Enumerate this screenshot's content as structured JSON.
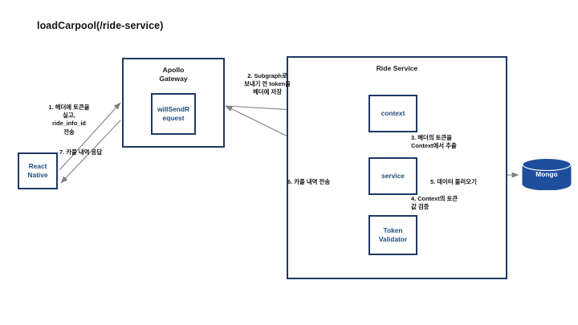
{
  "title": "loadCarpool(/ride-service)",
  "colors": {
    "box_border": "#1F3864",
    "box_text": "#1F4E79",
    "mongo_fill": "#1F4E9C",
    "mongo_text": "#FFFFFF",
    "arrow": "#808080",
    "title_text": "#131313"
  },
  "nodes": {
    "react_native": "React\nNative",
    "apollo_gateway": "Apollo\nGateway",
    "will_send_request": "willSendR\nequest",
    "ride_service": "Ride Service",
    "context": "context",
    "service": "service",
    "token_validator": "Token\nValidator",
    "mongo": "Mongo"
  },
  "edges": [
    {
      "id": 1,
      "label": "1. 헤더에 토큰을\n실고,\nride_info_id\n전송",
      "from": "react-native",
      "to": "apollo-gateway"
    },
    {
      "id": 2,
      "label": "2. Subgraph로\n보내기 전 token을\n헤더에 저장",
      "from": "apollo-gateway",
      "to": "context"
    },
    {
      "id": 3,
      "label": "3. 헤더의 토큰을\nContext에서 추출",
      "from": "context",
      "to": "service"
    },
    {
      "id": 4,
      "label": "4. Context의 토큰\n값 검증",
      "from": "token-validator",
      "to": "service"
    },
    {
      "id": 5,
      "label": "5. 데이터 불러오기",
      "from": "service",
      "to": "mongo"
    },
    {
      "id": 6,
      "label": "6. 카풀 내역 전송",
      "from": "service",
      "to": "apollo-gateway"
    },
    {
      "id": 7,
      "label": "7. 카풀 내역 응답",
      "from": "apollo-gateway",
      "to": "react-native"
    }
  ]
}
